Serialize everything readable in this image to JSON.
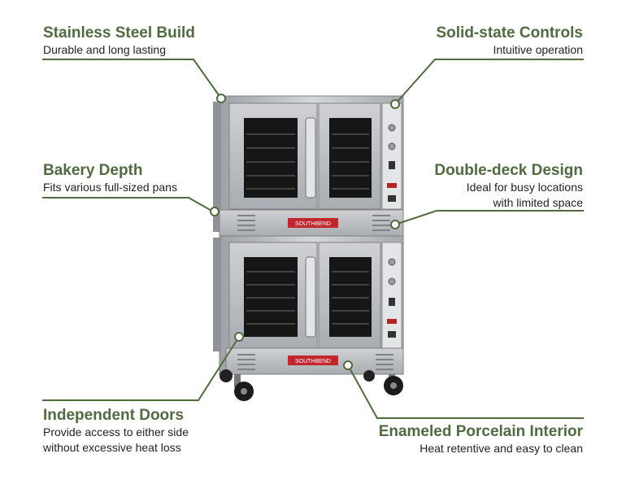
{
  "callouts": {
    "stainless": {
      "title": "Stainless Steel Build",
      "desc": [
        "Durable and long lasting"
      ]
    },
    "solid": {
      "title": "Solid-state Controls",
      "desc": [
        "Intuitive operation"
      ]
    },
    "bakery": {
      "title": "Bakery Depth",
      "desc": [
        "Fits various full-sized pans"
      ]
    },
    "double": {
      "title": "Double-deck Design",
      "desc": [
        "Ideal for busy locations",
        "with limited space"
      ]
    },
    "independent": {
      "title": "Independent Doors",
      "desc": [
        "Provide access to either side",
        "without excessive heat loss"
      ]
    },
    "enamel": {
      "title": "Enameled Porcelain Interior",
      "desc": [
        "Heat retentive and easy to clean"
      ]
    }
  },
  "oven": {
    "brand_label": "SOUTHBEND"
  },
  "colors": {
    "accent": "#4f6b3f",
    "steel": "#b9bcbf",
    "window": "#161616"
  }
}
